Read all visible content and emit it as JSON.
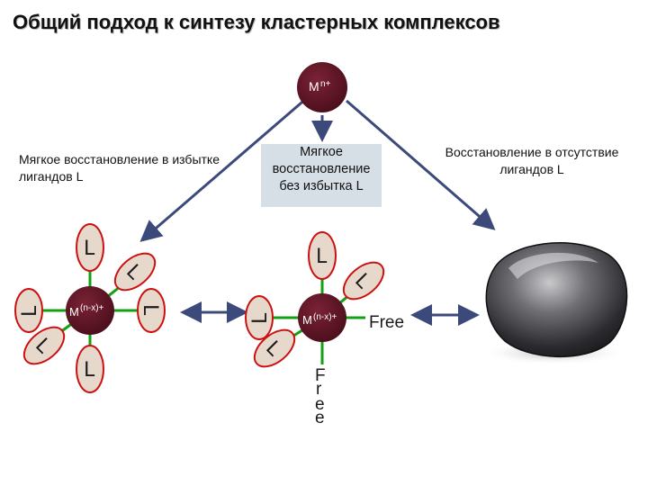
{
  "title": "Общий подход к синтезу кластерных комплексов",
  "top_metal": {
    "label": "M",
    "charge": "n+"
  },
  "cluster_metal": {
    "label": "M",
    "charge": "(n-x)+"
  },
  "ligand": "L",
  "free": "Free",
  "free_letters": [
    "F",
    "r",
    "e",
    "e"
  ],
  "notes": {
    "left": "Мягкое восстановление в избытке лигандов L",
    "middle": "Мягкое восстановление без избытка L",
    "right": "Восстановление в отсутствие лигандов L"
  },
  "colors": {
    "metal": "#5e1322",
    "ligand_fill": "#e7d8cc",
    "ligand_border": "#cc1111",
    "stem": "#13a013",
    "arrow": "#3b4a7a"
  },
  "icons": [
    "double-arrow-icon",
    "metal-nugget-image"
  ]
}
